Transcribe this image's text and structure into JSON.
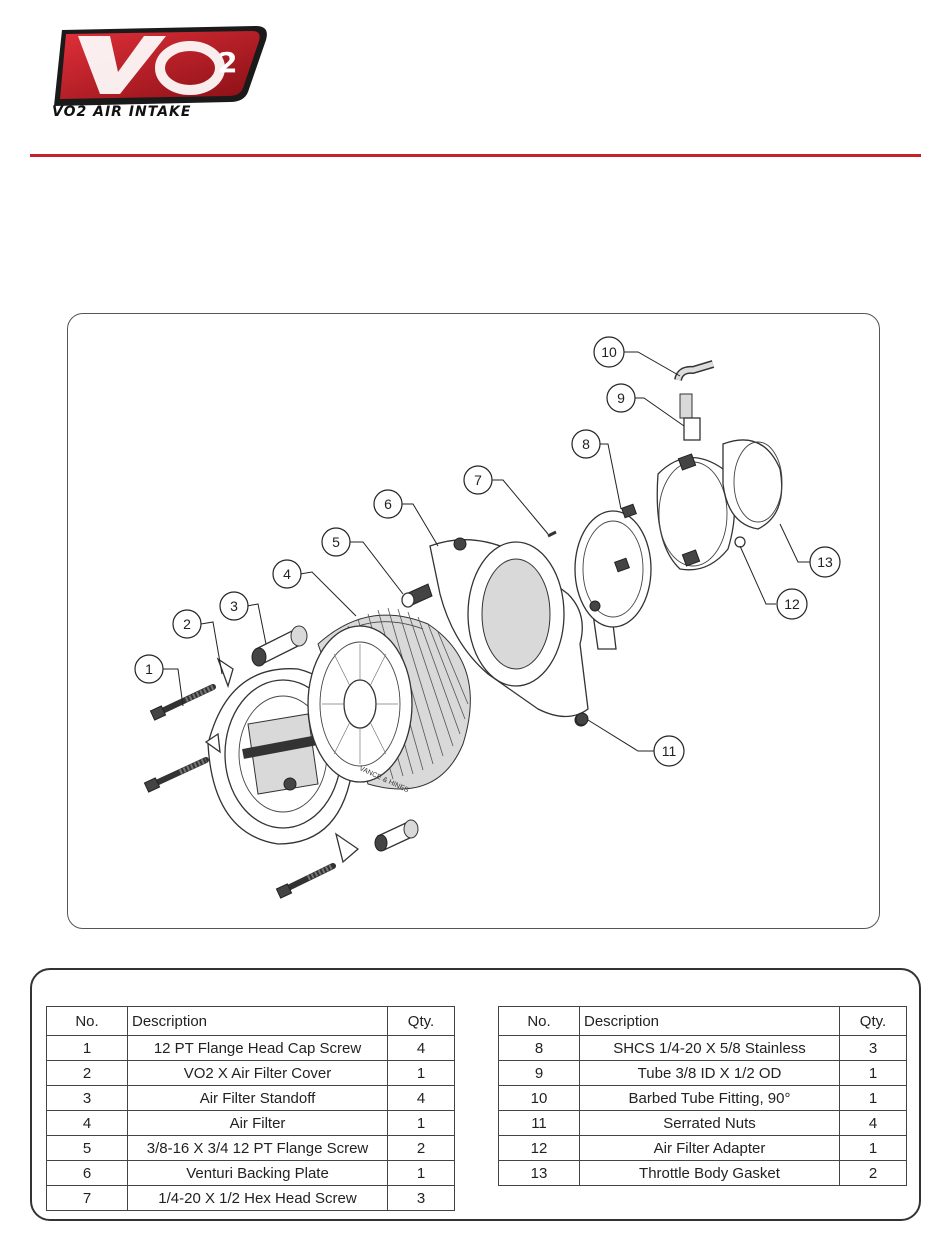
{
  "brand": {
    "logo_text": "VO2",
    "caption": "VO2 AIR INTAKE",
    "colors": {
      "red": "#c8202a",
      "dark": "#1a1a1a"
    }
  },
  "diagram": {
    "callouts": [
      "1",
      "2",
      "3",
      "4",
      "5",
      "6",
      "7",
      "8",
      "9",
      "10",
      "11",
      "12",
      "13"
    ],
    "filter_print": "VANCE & HINES"
  },
  "parts_table": {
    "headers": {
      "no": "No.",
      "description": "Description",
      "qty": "Qty."
    },
    "left": [
      {
        "no": "1",
        "description": "12 PT Flange Head Cap Screw",
        "qty": "4"
      },
      {
        "no": "2",
        "description": "VO2 X Air Filter Cover",
        "qty": "1"
      },
      {
        "no": "3",
        "description": "Air Filter Standoff",
        "qty": "4"
      },
      {
        "no": "4",
        "description": "Air Filter",
        "qty": "1"
      },
      {
        "no": "5",
        "description": "3/8-16 X 3/4 12 PT Flange Screw",
        "qty": "2"
      },
      {
        "no": "6",
        "description": "Venturi Backing Plate",
        "qty": "1"
      },
      {
        "no": "7",
        "description": "1/4-20 X 1/2 Hex Head Screw",
        "qty": "3"
      }
    ],
    "right": [
      {
        "no": "8",
        "description": "SHCS 1/4-20 X 5/8 Stainless",
        "qty": "3"
      },
      {
        "no": "9",
        "description": "Tube 3/8 ID X 1/2 OD",
        "qty": "1"
      },
      {
        "no": "10",
        "description": "Barbed Tube Fitting, 90°",
        "qty": "1"
      },
      {
        "no": "11",
        "description": "Serrated Nuts",
        "qty": "4"
      },
      {
        "no": "12",
        "description": "Air Filter Adapter",
        "qty": "1"
      },
      {
        "no": "13",
        "description": "Throttle Body Gasket",
        "qty": "2"
      }
    ]
  }
}
